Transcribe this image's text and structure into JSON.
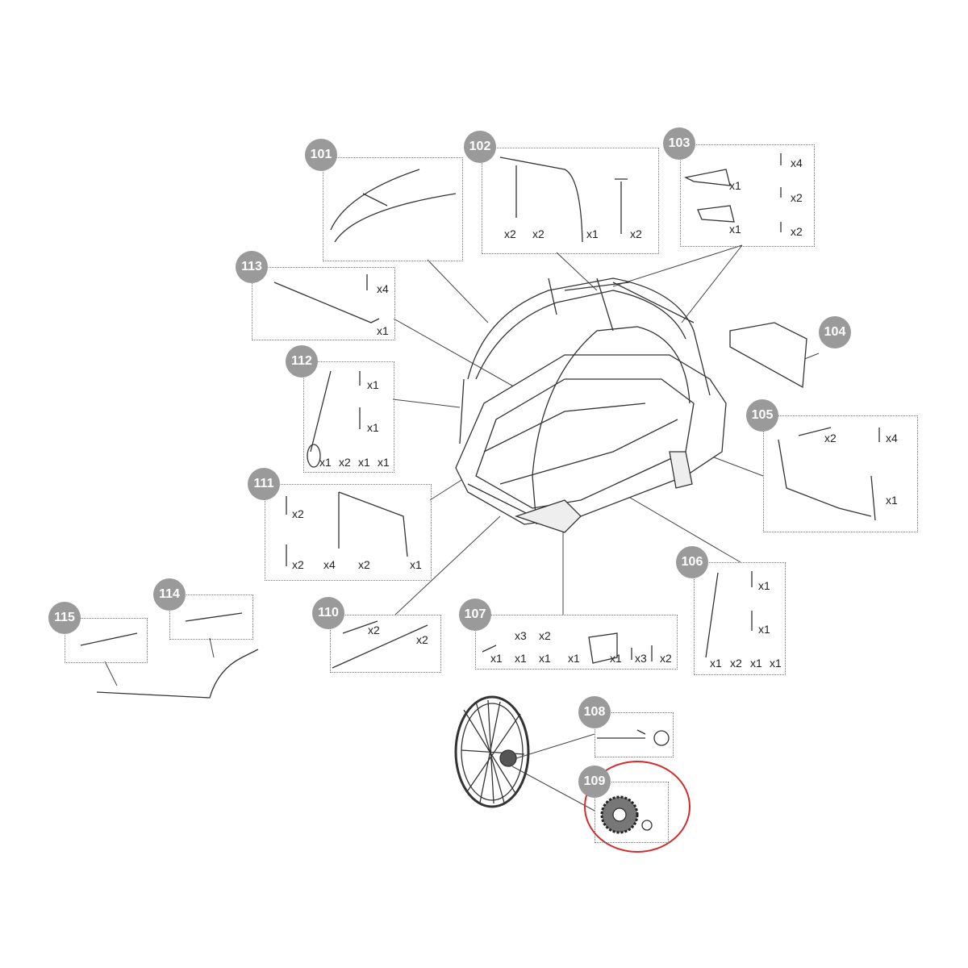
{
  "diagram_title": "",
  "accent_circle_color": "#d42a2a",
  "badge_color": "#9a9a9a",
  "parts": {
    "p101": {
      "number": "101",
      "quantities": []
    },
    "p102": {
      "number": "102",
      "quantities": [
        "x2",
        "x2",
        "x1",
        "x2"
      ]
    },
    "p103": {
      "number": "103",
      "quantities": [
        "x1",
        "x1",
        "x4",
        "x2",
        "x2"
      ]
    },
    "p104": {
      "number": "104",
      "quantities": []
    },
    "p105": {
      "number": "105",
      "quantities": [
        "x2",
        "x4",
        "x1"
      ]
    },
    "p106": {
      "number": "106",
      "quantities": [
        "x1",
        "x1",
        "x1",
        "x2",
        "x1",
        "x1"
      ]
    },
    "p107": {
      "number": "107",
      "quantities": [
        "x3",
        "x2",
        "x1",
        "x1",
        "x1",
        "x1",
        "x1",
        "x3",
        "x2"
      ]
    },
    "p108": {
      "number": "108",
      "quantities": []
    },
    "p109": {
      "number": "109",
      "quantities": [],
      "highlighted": true
    },
    "p110": {
      "number": "110",
      "quantities": [
        "x2",
        "x2"
      ]
    },
    "p111": {
      "number": "111",
      "quantities": [
        "x2",
        "x2",
        "x4",
        "x2",
        "x1"
      ]
    },
    "p112": {
      "number": "112",
      "quantities": [
        "x1",
        "x1",
        "x1",
        "x2",
        "x1",
        "x1"
      ]
    },
    "p113": {
      "number": "113",
      "quantities": [
        "x4",
        "x1"
      ]
    },
    "p114": {
      "number": "114",
      "quantities": []
    },
    "p115": {
      "number": "115",
      "quantities": []
    }
  }
}
